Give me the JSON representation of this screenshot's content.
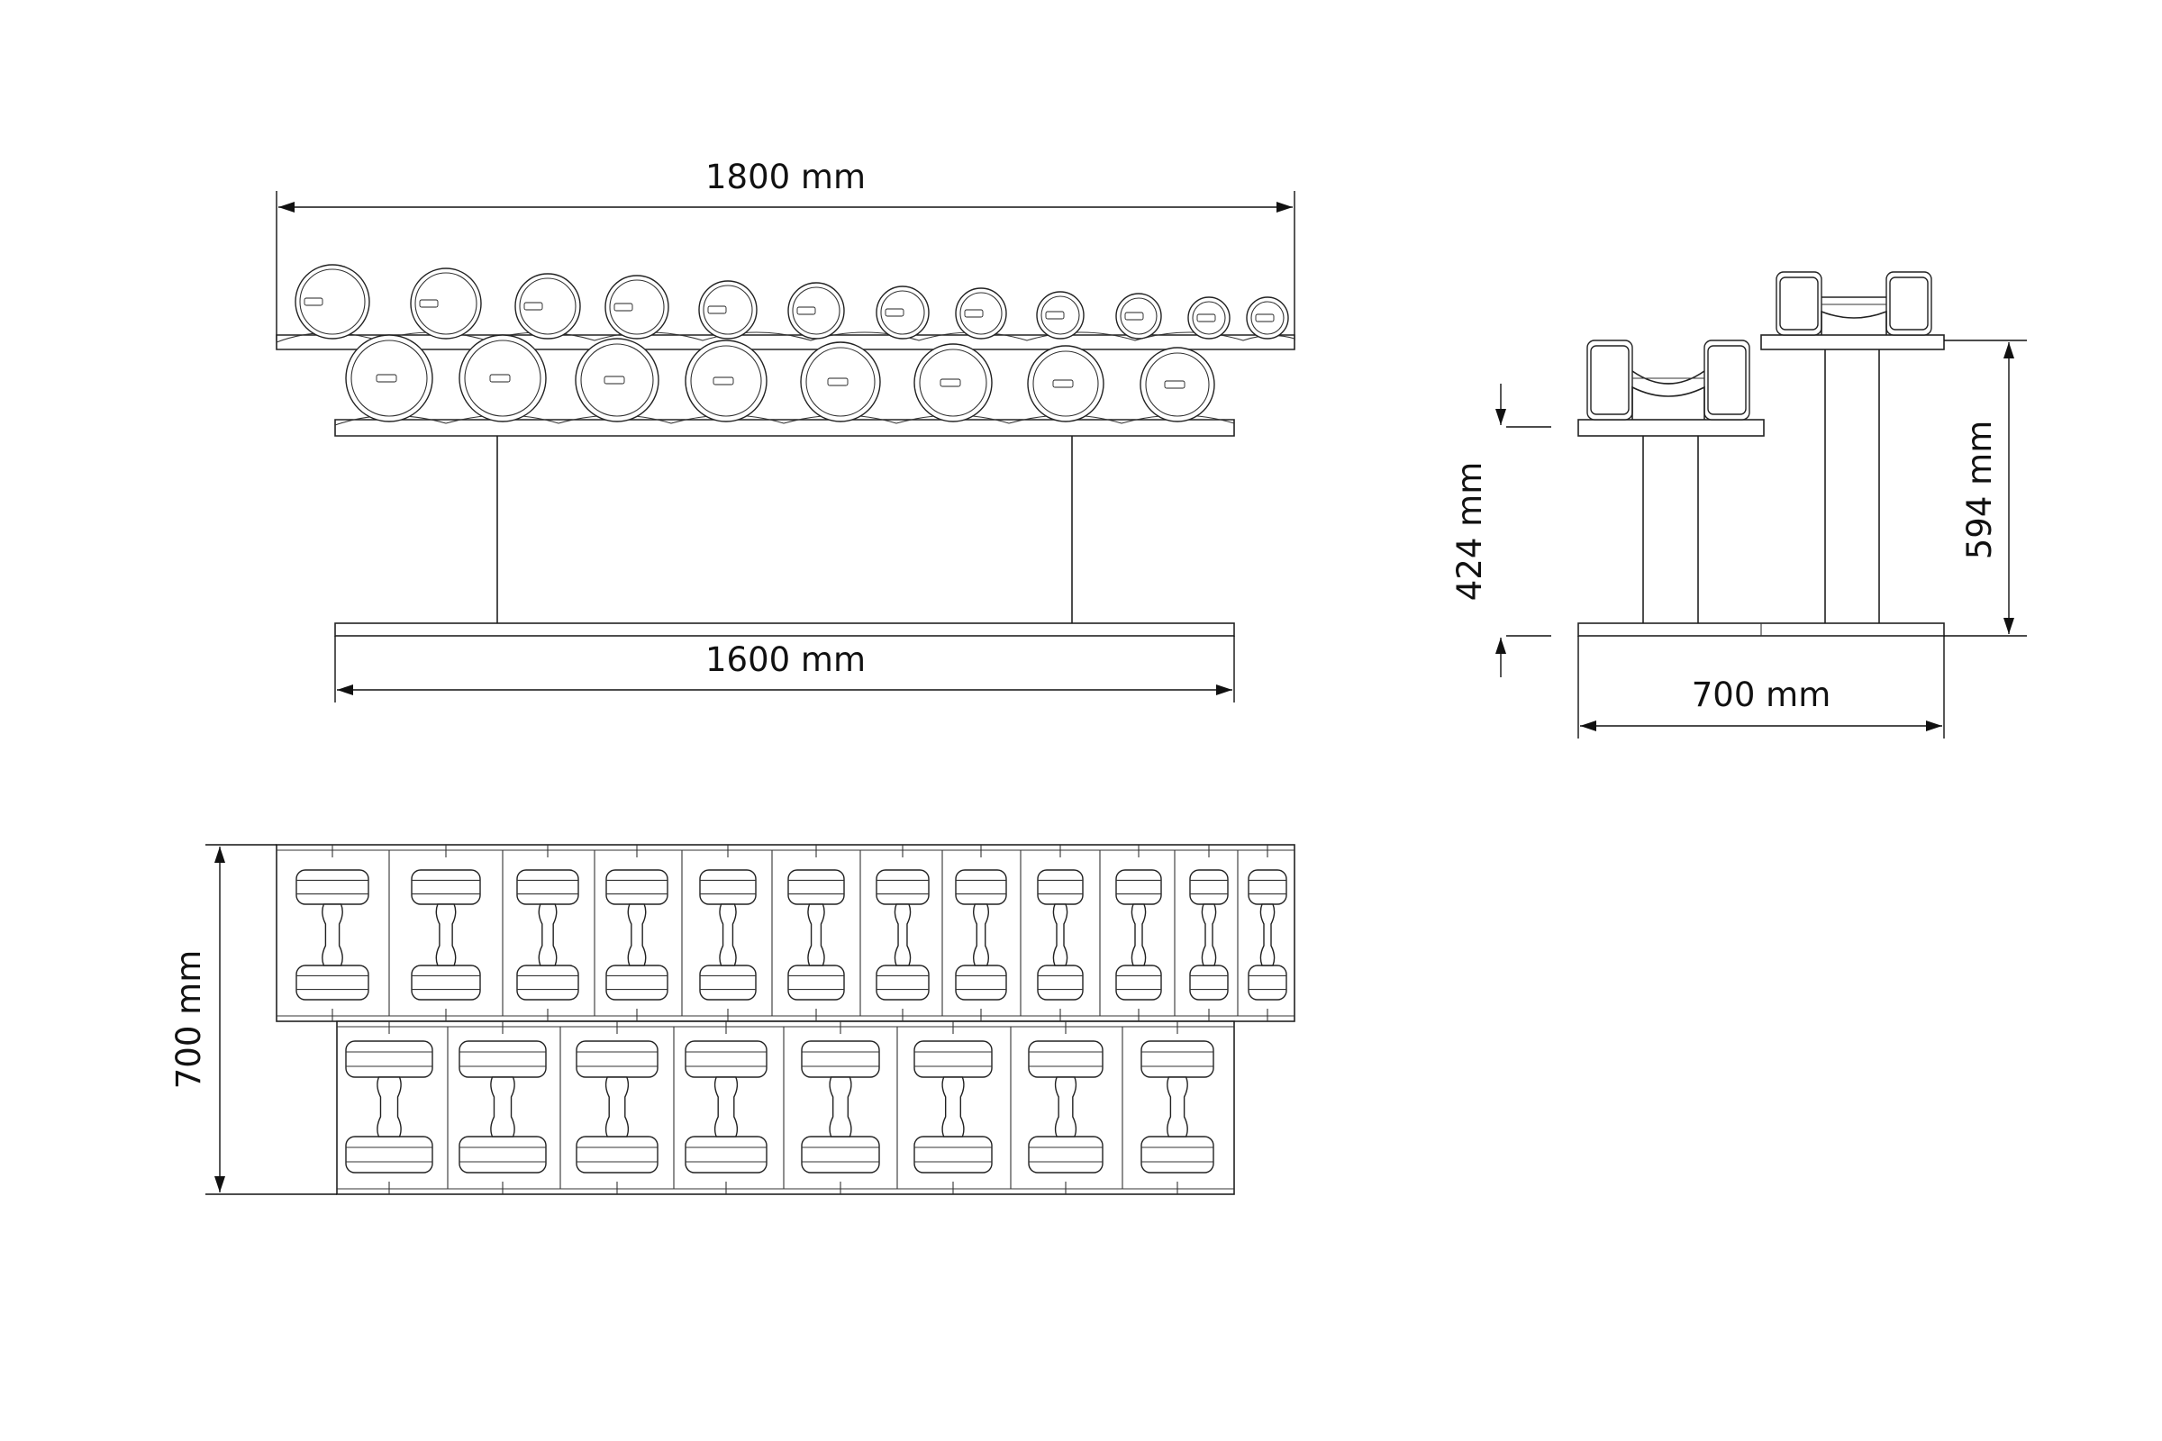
{
  "dimensions": {
    "front_top_width": "1800 mm",
    "front_base_width": "1600 mm",
    "side_low_height": "424 mm",
    "side_high_height": "594 mm",
    "side_depth": "700 mm",
    "top_depth": "700 mm"
  },
  "rack": {
    "upper_tier_dumbbell_count": 12,
    "lower_tier_dumbbell_count": 8
  },
  "colors": {
    "line": "#222222",
    "background": "#ffffff"
  }
}
